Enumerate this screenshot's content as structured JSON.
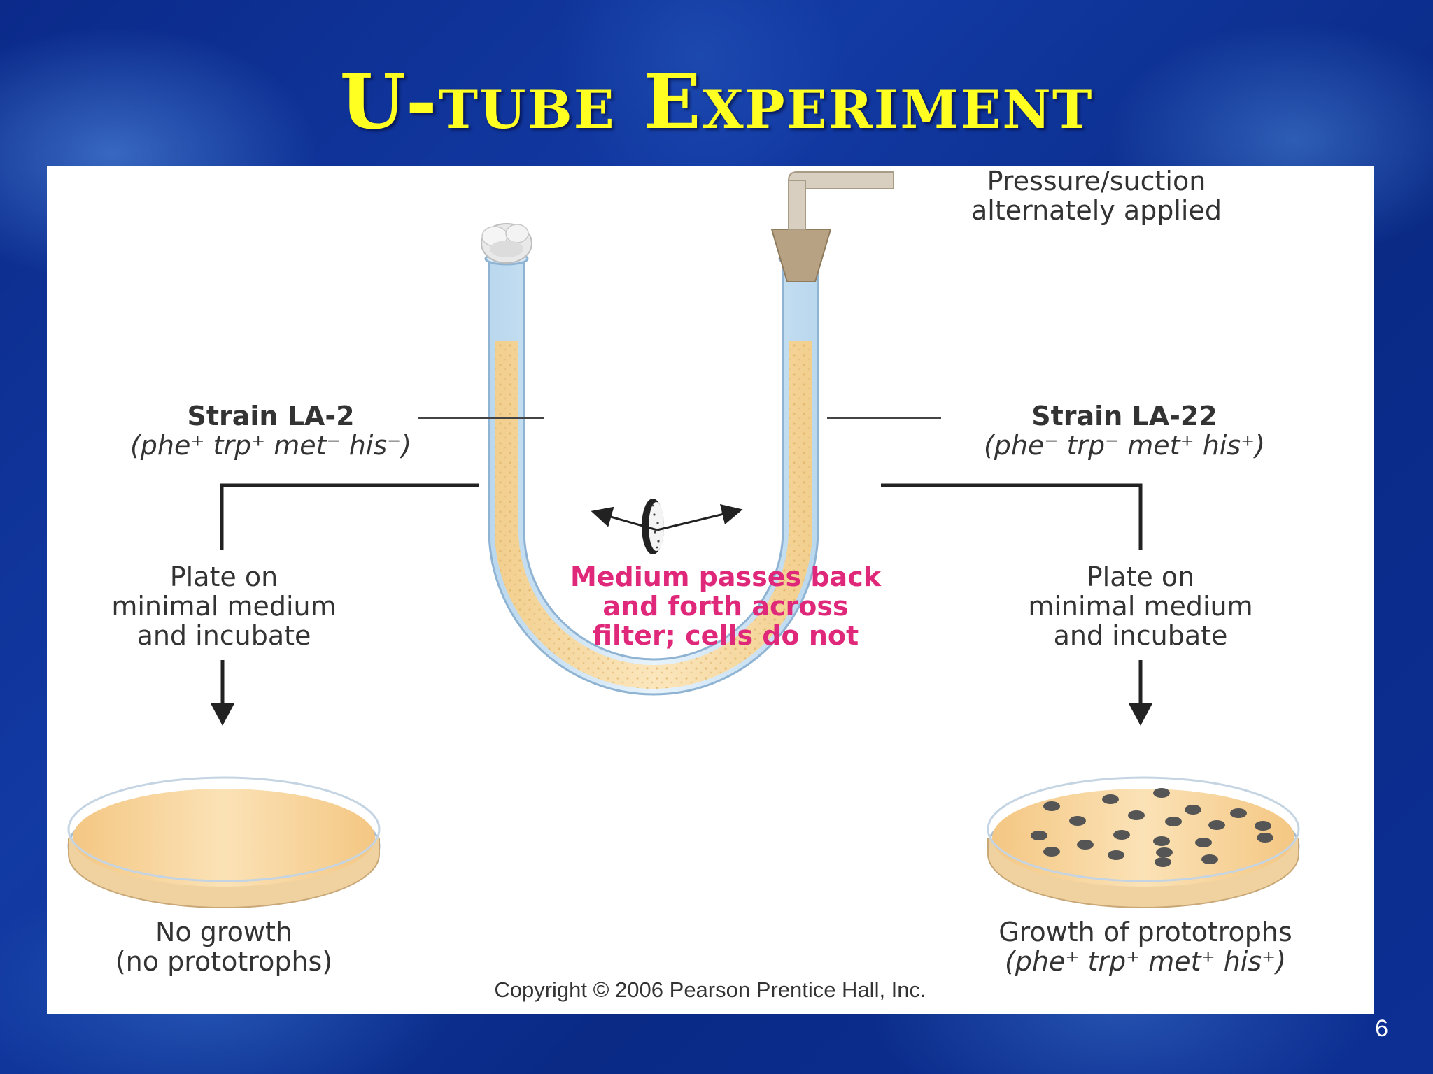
{
  "slide": {
    "title": "U-tube Experiment",
    "page_number": "6"
  },
  "diagram": {
    "apparatus_label": {
      "line1": "Pressure/suction",
      "line2": "alternately applied"
    },
    "left_strain": {
      "name": "Strain LA-2",
      "genotype": "(phe⁺ trp⁺ met⁻ his⁻)"
    },
    "right_strain": {
      "name": "Strain LA-22",
      "genotype": "(phe⁻ trp⁻ met⁺ his⁺)"
    },
    "center_note": {
      "line1": "Medium passes back",
      "line2": "and forth across",
      "line3": "filter; cells do not"
    },
    "left_step": {
      "line1": "Plate on",
      "line2": "minimal medium",
      "line3": "and incubate"
    },
    "right_step": {
      "line1": "Plate on",
      "line2": "minimal medium",
      "line3": "and incubate"
    },
    "left_result": {
      "line1": "No growth",
      "line2": "(no prototrophs)"
    },
    "right_result": {
      "line1": "Growth of prototrophs",
      "line2": "(phe⁺ trp⁺ met⁺ his⁺)"
    },
    "copyright": "Copyright © 2006 Pearson Prentice Hall, Inc.",
    "colors": {
      "medium": "#f7d9a0",
      "highlight_text": "#e0287a",
      "title": "#ffff22",
      "colony": "#555555"
    }
  }
}
